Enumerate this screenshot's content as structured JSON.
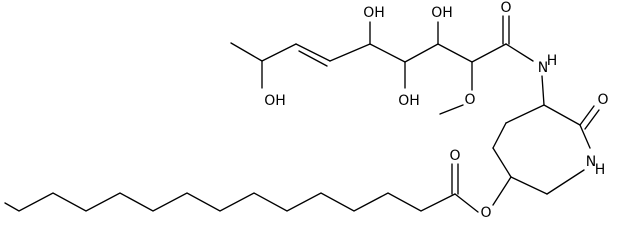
{
  "atoms": {
    "oh1": "OH",
    "oh2": "OH",
    "oh3": "OH",
    "oh4": "OH",
    "amide_o": "O",
    "nh_amide": "N",
    "nh_amide_h": "H",
    "methoxy_o": "O",
    "lactam_o": "O",
    "nh_ring": "N",
    "nh_ring_h": "H",
    "ester_o_carbonyl": "O",
    "ester_o": "O"
  },
  "colors": {
    "bond": "#000000",
    "label": "#000000",
    "background": "#ffffff"
  }
}
